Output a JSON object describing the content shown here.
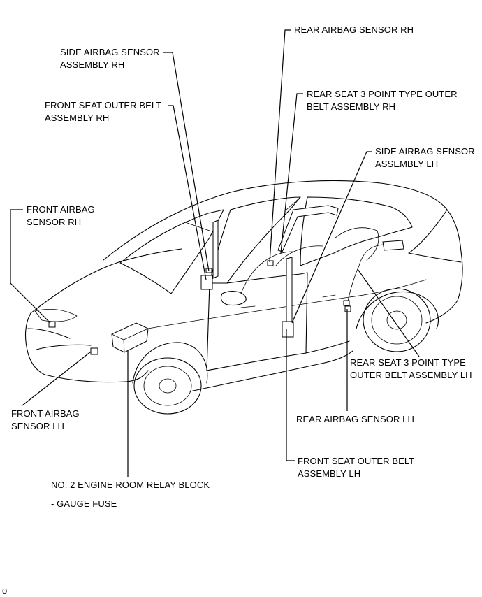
{
  "labels": {
    "rear_airbag_sensor_rh": "REAR AIRBAG SENSOR RH",
    "side_airbag_sensor_assembly_rh": "SIDE AIRBAG SENSOR\nASSEMBLY RH",
    "rear_seat_3_point_outer_belt_rh": "REAR SEAT 3 POINT TYPE OUTER\nBELT ASSEMBLY RH",
    "front_seat_outer_belt_rh": "FRONT SEAT OUTER BELT\nASSEMBLY RH",
    "side_airbag_sensor_assembly_lh": "SIDE AIRBAG SENSOR\nASSEMBLY LH",
    "front_airbag_sensor_rh": "FRONT AIRBAG\nSENSOR RH",
    "rear_seat_3_point_outer_belt_lh": "REAR SEAT 3 POINT TYPE\nOUTER BELT ASSEMBLY LH",
    "front_airbag_sensor_lh": "FRONT AIRBAG\nSENSOR LH",
    "rear_airbag_sensor_lh": "REAR AIRBAG SENSOR LH",
    "front_seat_outer_belt_lh": "FRONT SEAT OUTER BELT\nASSEMBLY LH",
    "no2_engine_room_relay_block": "NO. 2 ENGINE ROOM RELAY BLOCK",
    "gauge_fuse": "- GAUGE FUSE"
  },
  "figure_code": "o"
}
